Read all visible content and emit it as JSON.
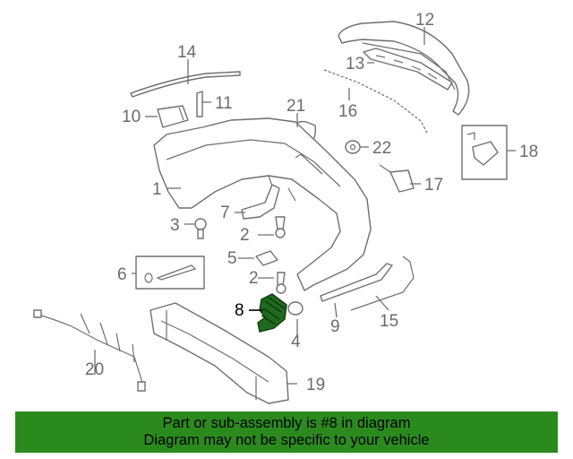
{
  "callouts": [
    {
      "id": "c1",
      "text": "1"
    },
    {
      "id": "c2a",
      "text": "2"
    },
    {
      "id": "c2b",
      "text": "2"
    },
    {
      "id": "c3",
      "text": "3"
    },
    {
      "id": "c4",
      "text": "4"
    },
    {
      "id": "c5",
      "text": "5"
    },
    {
      "id": "c6",
      "text": "6"
    },
    {
      "id": "c7",
      "text": "7"
    },
    {
      "id": "c8",
      "text": "8"
    },
    {
      "id": "c9",
      "text": "9"
    },
    {
      "id": "c10",
      "text": "10"
    },
    {
      "id": "c11",
      "text": "11"
    },
    {
      "id": "c12",
      "text": "12"
    },
    {
      "id": "c13",
      "text": "13"
    },
    {
      "id": "c14",
      "text": "14"
    },
    {
      "id": "c15",
      "text": "15"
    },
    {
      "id": "c16",
      "text": "16"
    },
    {
      "id": "c17",
      "text": "17"
    },
    {
      "id": "c18",
      "text": "18"
    },
    {
      "id": "c19",
      "text": "19"
    },
    {
      "id": "c20",
      "text": "20"
    },
    {
      "id": "c21",
      "text": "21"
    },
    {
      "id": "c22",
      "text": "22"
    }
  ],
  "highlighted_part": "8",
  "colors": {
    "banner": "#2b8a1e",
    "highlight_part": "#1f6a1f",
    "line_art": "#6f6f6f"
  },
  "banner": {
    "line1": "Part or sub-assembly is #8 in diagram",
    "line2": "Diagram may not be specific to your vehicle"
  }
}
